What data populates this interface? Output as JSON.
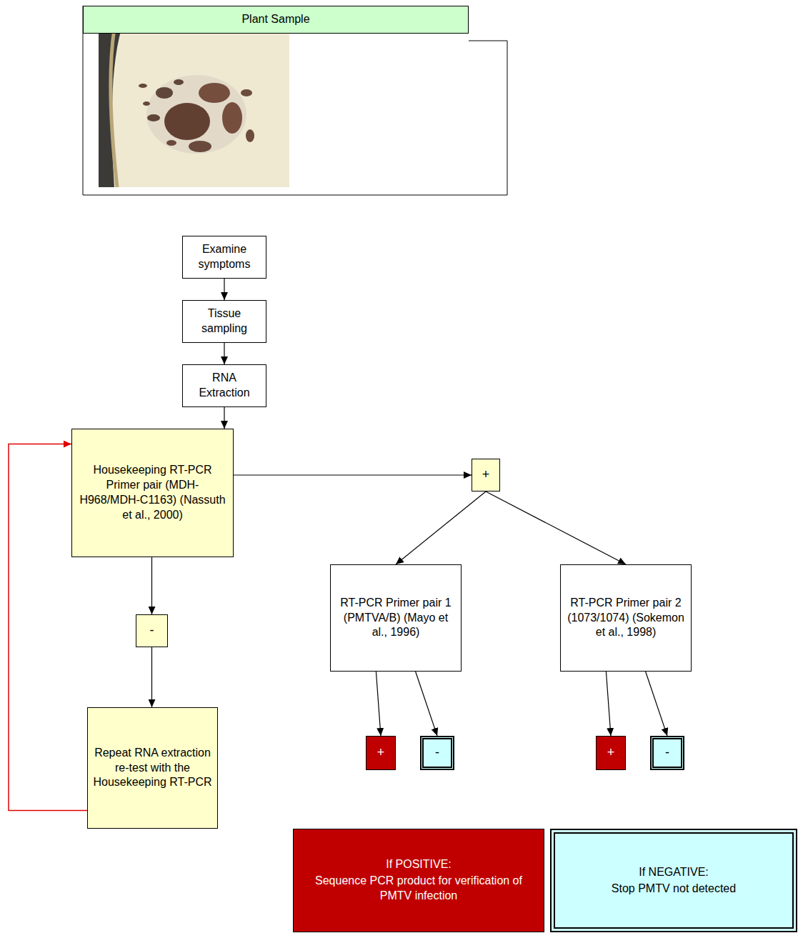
{
  "diagram": {
    "nodes": [
      {
        "text": [
          "Plant Sample"
        ]
      },
      {
        "text": [
          "Examine symptoms"
        ]
      },
      {
        "text": [
          "Tissue sampling"
        ]
      },
      {
        "text": [
          "RNA Extraction"
        ]
      },
      {
        "text": [
          "Housekeeping RT-PCR Primer pair (MDH-H968/MDH-C1163) (Nassuth et al., 2000)"
        ]
      },
      {
        "text": [
          "+"
        ]
      },
      {
        "text": [
          "RT-PCR Primer pair 1 (PMTVA/B) (Mayo et al., 1996)"
        ]
      },
      {
        "text": [
          "RT-PCR Primer pair 2 (1073/1074) (Sokemon et al., 1998)"
        ]
      },
      {
        "text": [
          "-"
        ]
      },
      {
        "text": [
          "Repeat RNA extraction re-test with the Housekeeping RT-PCR"
        ]
      },
      {
        "text": [
          "+"
        ]
      },
      {
        "text": [
          "-"
        ]
      },
      {
        "text": [
          "+"
        ]
      },
      {
        "text": [
          "-"
        ]
      },
      {
        "text": [
          "If POSITIVE:",
          "Sequence PCR product for verification of PMTV infection"
        ]
      },
      {
        "text": [
          "If NEGATIVE:",
          "Stop PMTV not detected"
        ]
      }
    ],
    "edges": [
      {
        "from": 1,
        "to": 2,
        "arrow": "to"
      },
      {
        "from": 2,
        "to": 3,
        "arrow": "to"
      },
      {
        "from": 3,
        "to": 4,
        "arrow": "to"
      },
      {
        "from": 4,
        "to": 5,
        "arrow": "to"
      },
      {
        "from": 4,
        "to": 8,
        "arrow": "to"
      },
      {
        "from": 8,
        "to": 9,
        "arrow": "to"
      },
      {
        "from": 9,
        "to": 4,
        "arrow": "to"
      },
      {
        "from": 5,
        "to": 6,
        "arrow": "to"
      },
      {
        "from": 5,
        "to": 7,
        "arrow": "to"
      },
      {
        "from": 6,
        "to": 10,
        "arrow": "to"
      },
      {
        "from": 6,
        "to": 11,
        "arrow": "to"
      },
      {
        "from": 7,
        "to": 12,
        "arrow": "to"
      },
      {
        "from": 7,
        "to": 13,
        "arrow": "to"
      }
    ]
  }
}
